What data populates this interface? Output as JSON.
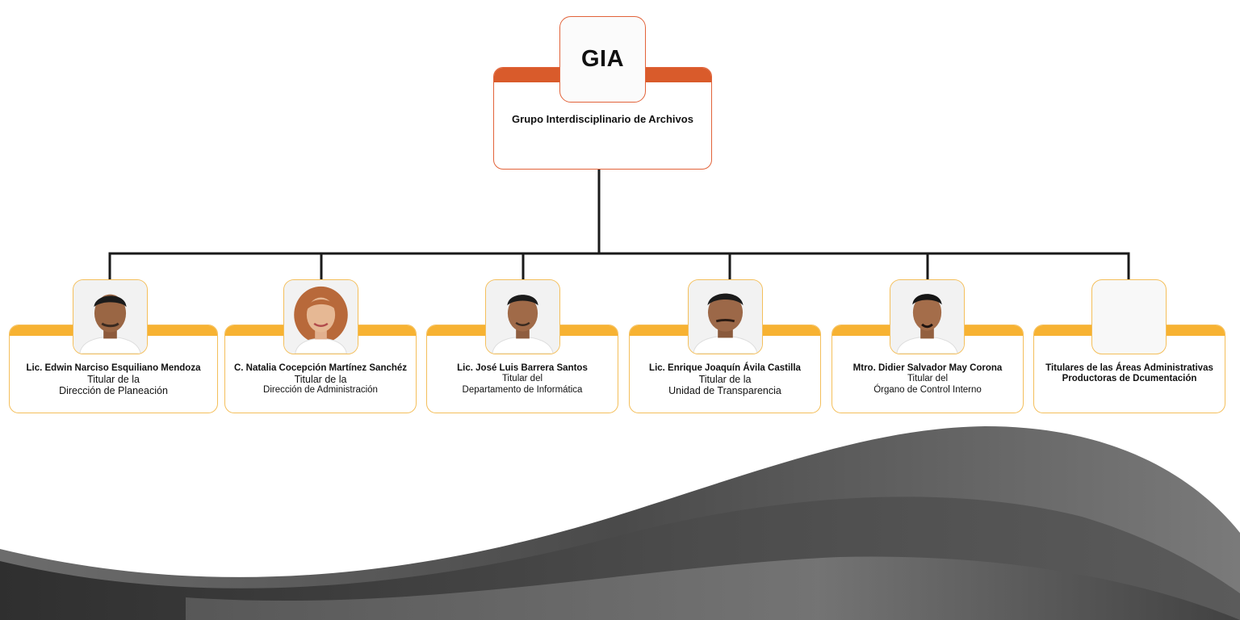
{
  "org": {
    "acronym": "GIA",
    "full_name": "Grupo Interdisciplinario de Archivos"
  },
  "members": [
    {
      "name": "Lic. Edwin Narciso Esquiliano Mendoza",
      "title_line1": "Titular de la",
      "title_line2": "Dirección de Planeación",
      "photo": "man-photo"
    },
    {
      "name": "C. Natalia Cocepción Martínez Sanchéz",
      "title_line1": "Titular de la",
      "title_line2": "Dirección de Administración",
      "photo": "woman-photo"
    },
    {
      "name": "Lic. José Luis Barrera Santos",
      "title_line1": "Titular del",
      "title_line2": "Departamento de Informática",
      "photo": "man-photo"
    },
    {
      "name": "Lic. Enrique Joaquín Ávila Castilla",
      "title_line1": "Titular de la",
      "title_line2": "Unidad de Transparencia",
      "photo": "man-photo"
    },
    {
      "name": "Mtro. Didier Salvador May Corona",
      "title_line1": "Titular del",
      "title_line2": "Órgano de Control Interno",
      "photo": "man-photo"
    },
    {
      "name_line1": "Titulares de las Áreas Administrativas",
      "name_line2": "Productoras de Dcumentación",
      "photo": "empty-photo-placeholder"
    }
  ],
  "colors": {
    "top_accent": "#d95b2b",
    "top_border": "#e2633a",
    "member_accent": "#f7b232",
    "member_border": "#f4bf5b",
    "connector": "#1a1a1a",
    "wave_dark": "#3a3a3a",
    "wave_mid": "#5a5a5a",
    "wave_light": "#808080"
  }
}
